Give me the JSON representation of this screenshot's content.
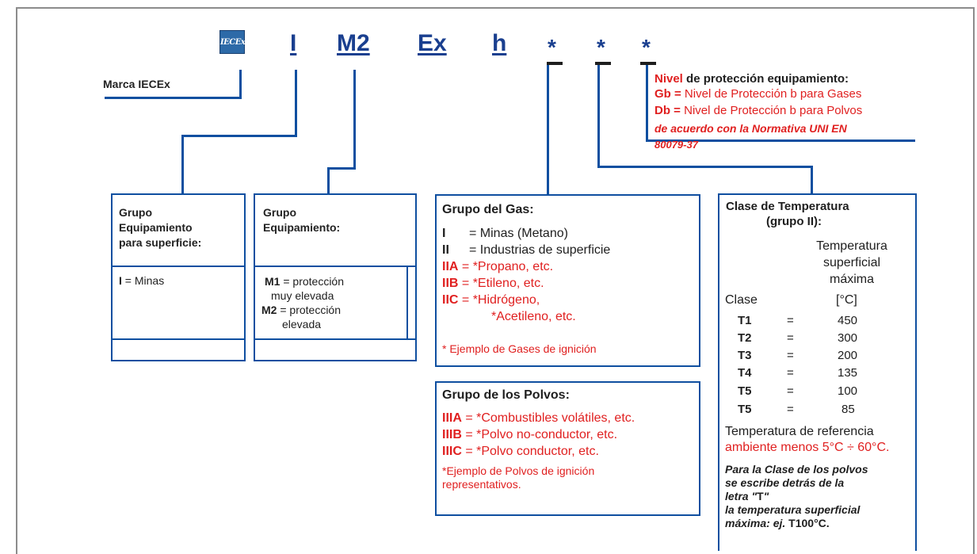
{
  "header": {
    "logo_text": "IECEx",
    "codes": [
      "I",
      "M2",
      "Ex",
      "h"
    ],
    "stars": [
      "*",
      "*",
      "*"
    ]
  },
  "marca_label": "Marca IECEx",
  "nivel": {
    "title_red": "Nivel",
    "title_rest": " de protección equipamiento:",
    "gb_code": "Gb =",
    "gb_text": " Nivel de Protección b para Gases",
    "db_code": "Db =",
    "db_text": " Nivel de Protección b para Polvos",
    "normativa_1": "de acuerdo con la Normativa UNI EN",
    "normativa_2": "80079-37"
  },
  "grupo_superficie": {
    "title_1": "Grupo",
    "title_2": "Equipamiento",
    "title_3": "para superficie:",
    "item_code": "I",
    "item_text": " = Minas"
  },
  "grupo_equipamiento": {
    "title_1": "Grupo",
    "title_2": "Equipamiento:",
    "m1_code": "M1",
    "m1_text_1": " = protección",
    "m1_text_2": "muy elevada",
    "m2_code": "M2",
    "m2_text_1": " = protección",
    "m2_text_2": "elevada"
  },
  "grupo_gas": {
    "title": "Grupo del Gas:",
    "items": [
      {
        "code": "I",
        "text": "= Minas (Metano)"
      },
      {
        "code": "II",
        "text": "= Industrias de superficie"
      },
      {
        "code": "IIA",
        "text": " = *Propano, etc."
      },
      {
        "code": "IIB",
        "text": " = *Etileno, etc."
      },
      {
        "code": "IIC",
        "text": " = *Hidrógeno,"
      }
    ],
    "iic_cont": "*Acetileno, etc.",
    "note": "* Ejemplo de Gases de ignición"
  },
  "grupo_polvos": {
    "title": "Grupo de los Polvos:",
    "items": [
      {
        "code": "IIIA",
        "text": " = *Combustibles volátiles, etc."
      },
      {
        "code": "IIIB",
        "text": " = *Polvo no-conductor, etc."
      },
      {
        "code": "IIIC",
        "text": " = *Polvo conductor, etc."
      }
    ],
    "note_1": "*Ejemplo de Polvos de ignición",
    "note_2": "representativos."
  },
  "clase_temp": {
    "title_1": "Clase de Temperatura",
    "title_2": "(grupo II):",
    "head_1": "Temperatura",
    "head_2": "superficial",
    "head_3": "máxima",
    "clase_label": "Clase",
    "unit_label": "[°C]",
    "rows": [
      {
        "clase": "T1",
        "eq": "=",
        "temp": "450"
      },
      {
        "clase": "T2",
        "eq": "=",
        "temp": "300"
      },
      {
        "clase": "T3",
        "eq": "=",
        "temp": "200"
      },
      {
        "clase": "T4",
        "eq": "=",
        "temp": "135"
      },
      {
        "clase": "T5",
        "eq": "=",
        "temp": "100"
      },
      {
        "clase": "T5",
        "eq": "=",
        "temp": "85"
      }
    ],
    "ref_1": "Temperatura de referencia",
    "ref_2": "ambiente menos 5°C ÷ 60°C.",
    "polvos_1": "Para la Clase de los polvos",
    "polvos_2": "se escribe detrás de la",
    "polvos_3": "letra \"",
    "polvos_3b": "T",
    "polvos_3c": "\"",
    "polvos_4": "la temperatura superficial",
    "polvos_5": "máxima: ej. ",
    "polvos_5b": "T100°C."
  },
  "colors": {
    "blue": "#0f4fa0",
    "red": "#e02020",
    "code_blue": "#1a3f8f"
  }
}
